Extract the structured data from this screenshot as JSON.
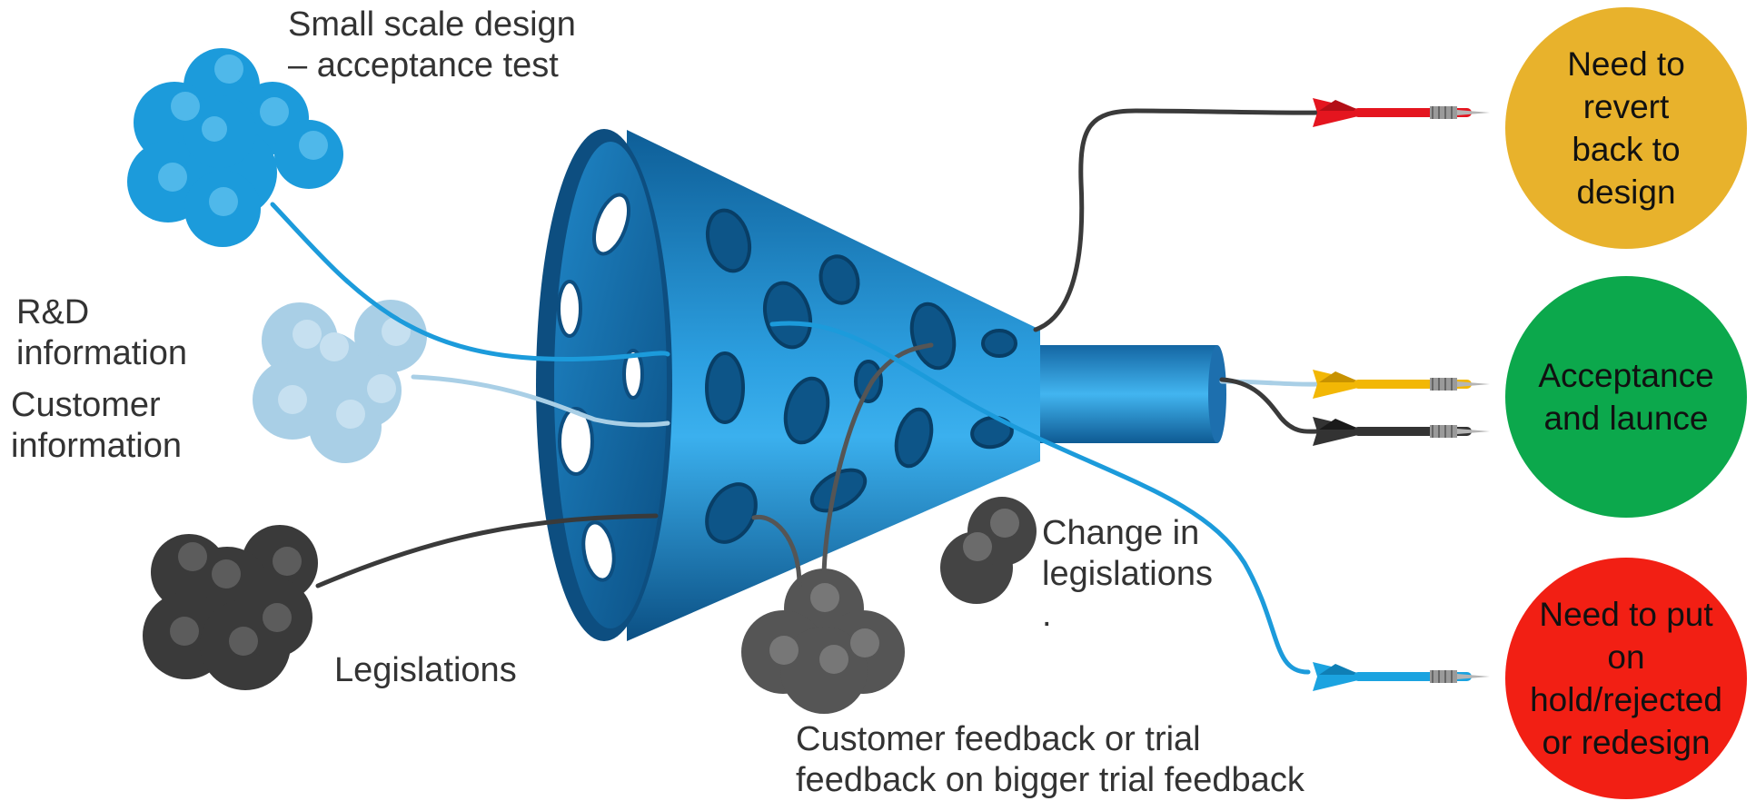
{
  "labels": {
    "small_scale": [
      "Small scale design",
      "– acceptance test"
    ],
    "rd": [
      "R&D",
      "information"
    ],
    "customer_info": [
      "Customer",
      "information"
    ],
    "legislations": "Legislations",
    "change": [
      "Change in",
      "legislations",
      "."
    ],
    "feedback": [
      "Customer feedback or trial",
      "feedback on bigger trial feedback"
    ]
  },
  "outcomes": [
    {
      "lines": [
        "Need to",
        "revert",
        "back to",
        "design"
      ],
      "color": "#E8B22C",
      "dart_color": "#E4151F"
    },
    {
      "lines": [
        "Acceptance",
        "and launce"
      ],
      "color": "#0CA84C",
      "dart_color": "#F2B705"
    },
    {
      "lines": [
        "Need to put",
        "on",
        "hold/rejected",
        "or redesign"
      ],
      "color": "#F21F14",
      "dart_color": "#1BA3E0"
    }
  ],
  "extra_dart_color": "#333333",
  "cloud_colors": {
    "small_scale": "#1C9BDB",
    "customer": "#A9CFE6",
    "legislations": "#3A3A3A",
    "feedback": "#555555",
    "change": "#444444"
  },
  "funnel_color": "#1E77B8"
}
